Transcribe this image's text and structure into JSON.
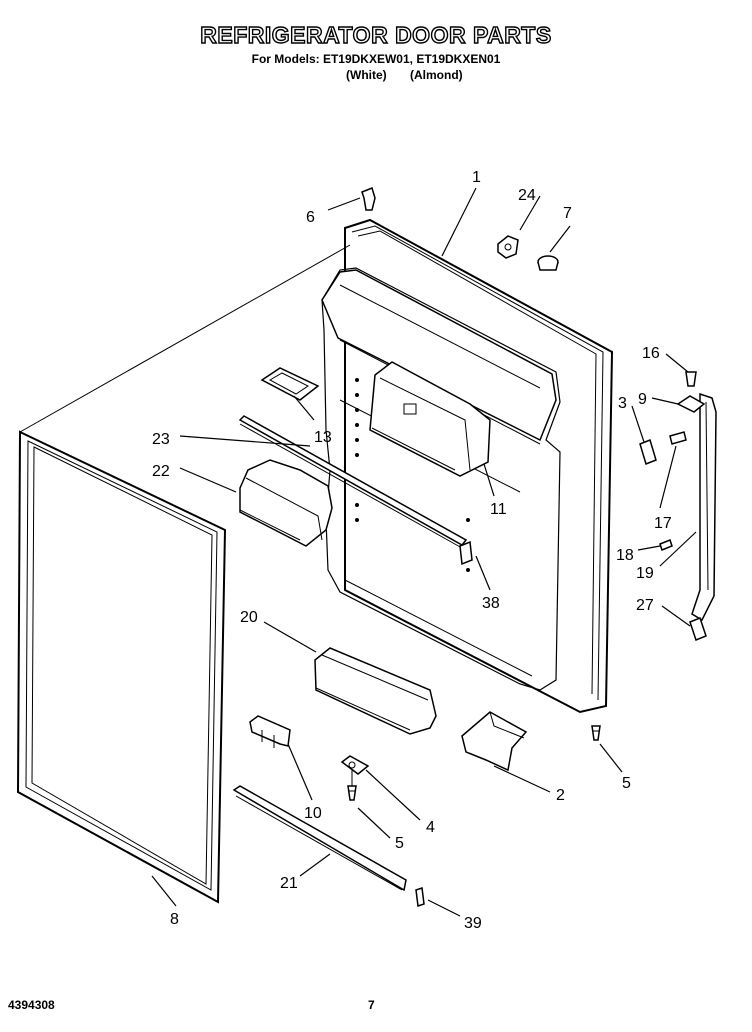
{
  "header": {
    "title": "REFRIGERATOR DOOR PARTS",
    "models": "For Models: ET19DKXEW01, ET19DKXEN01",
    "colors": "(White)       (Almond)"
  },
  "footer": {
    "doc_number": "4394308",
    "page_number": "7"
  },
  "callouts": [
    {
      "id": "1",
      "label": "1"
    },
    {
      "id": "2",
      "label": "2"
    },
    {
      "id": "3",
      "label": "3"
    },
    {
      "id": "4",
      "label": "4"
    },
    {
      "id": "5a",
      "label": "5"
    },
    {
      "id": "5b",
      "label": "5"
    },
    {
      "id": "6",
      "label": "6"
    },
    {
      "id": "7",
      "label": "7"
    },
    {
      "id": "8",
      "label": "8"
    },
    {
      "id": "9",
      "label": "9"
    },
    {
      "id": "10",
      "label": "10"
    },
    {
      "id": "11",
      "label": "11"
    },
    {
      "id": "13",
      "label": "13"
    },
    {
      "id": "16",
      "label": "16"
    },
    {
      "id": "17",
      "label": "17"
    },
    {
      "id": "18",
      "label": "18"
    },
    {
      "id": "19",
      "label": "19"
    },
    {
      "id": "20",
      "label": "20"
    },
    {
      "id": "21",
      "label": "21"
    },
    {
      "id": "22",
      "label": "22"
    },
    {
      "id": "23",
      "label": "23"
    },
    {
      "id": "24",
      "label": "24"
    },
    {
      "id": "27",
      "label": "27"
    },
    {
      "id": "38",
      "label": "38"
    },
    {
      "id": "39",
      "label": "39"
    }
  ]
}
